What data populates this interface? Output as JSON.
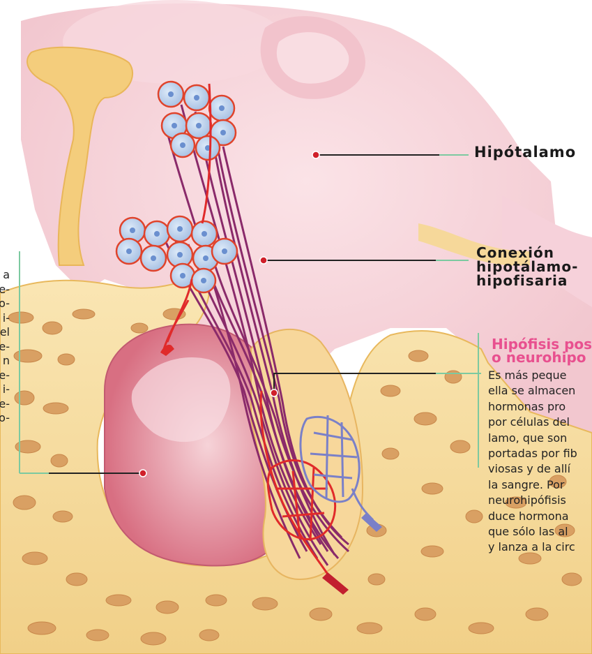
{
  "labels": {
    "hipotalamo": "Hipótalamo",
    "conexion_line1": "Conexión",
    "conexion_line2": "hipotálamo-",
    "conexion_line3": "hipofisaria"
  },
  "neurohipofisis": {
    "title_line1": "Hipófisis pos",
    "title_line2": "o neurohipo",
    "text_lines": [
      "Es más peque",
      "ella se almacen",
      "hormonas pro",
      "por células del",
      "lamo, que son",
      "portadas por fib",
      "viosas y de allí",
      "la sangre. Por",
      "neurohipófisis",
      "duce hormona",
      "que sólo las al",
      "y lanza a la circ"
    ]
  },
  "left_text_lines": [
    "a",
    "e-",
    "o-",
    "i-",
    "el",
    "e-",
    "n",
    "e-",
    "i-",
    "e-",
    "o-"
  ],
  "colors": {
    "title_pink": "#e8508f",
    "leader_green": "#7cc9a0",
    "dot_red": "#d0202a",
    "artery_red": "#e02a2a",
    "vein_purple": "#7a80c8",
    "nerve_purple": "#8a2a6a"
  }
}
